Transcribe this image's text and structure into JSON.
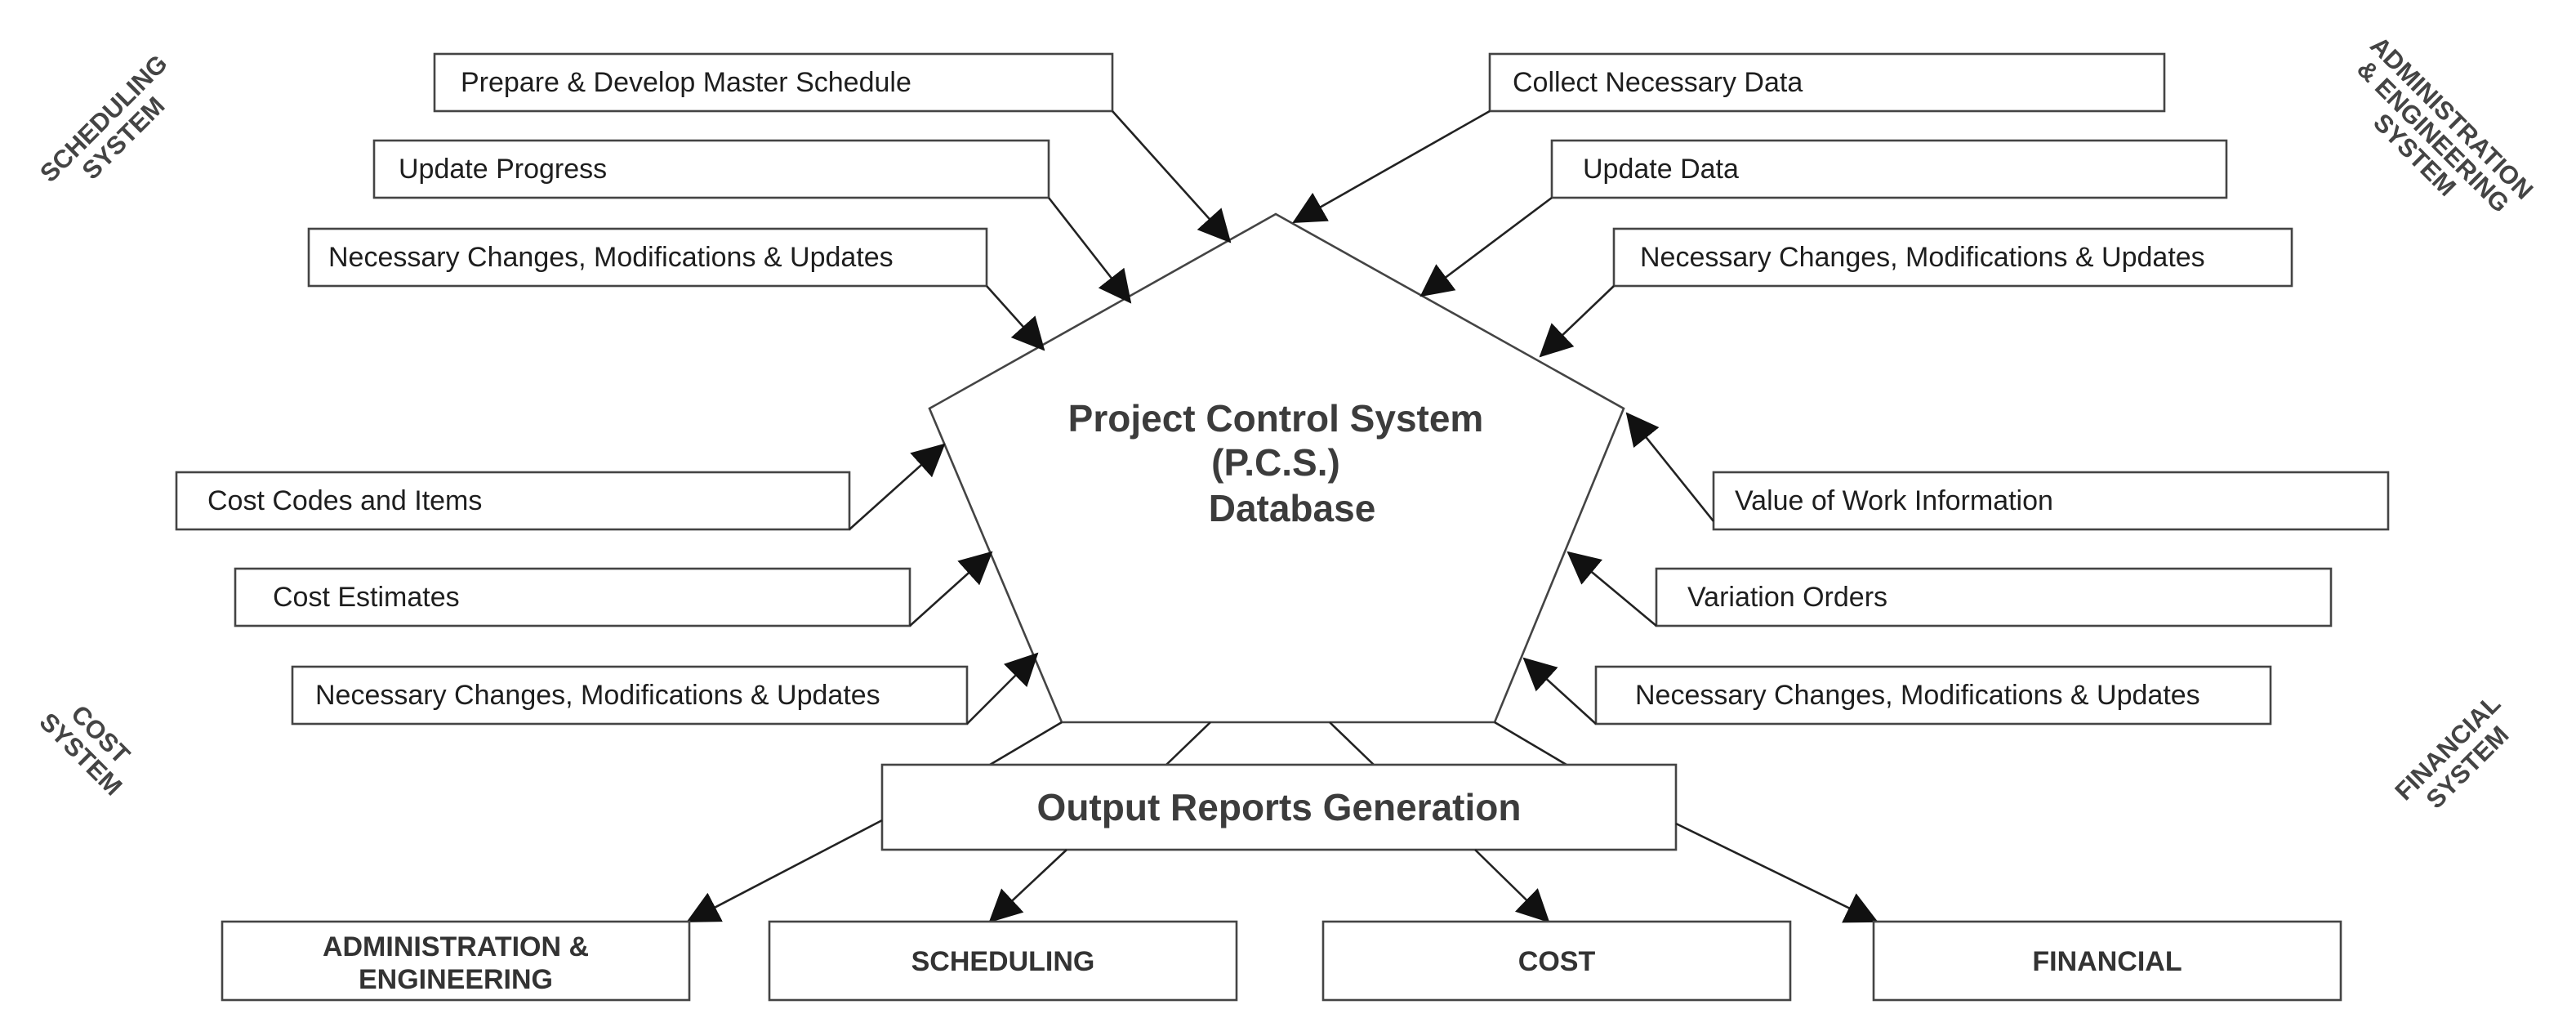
{
  "center": {
    "line1": "Project Control System",
    "line2": "(P.C.S.)",
    "line3": "Database"
  },
  "output_reports": "Output Reports Generation",
  "systems": {
    "scheduling": {
      "line1": "SCHEDULING",
      "line2": "SYSTEM"
    },
    "administration": {
      "line1": "ADMINISTRATION",
      "line2": "& ENGINEERING",
      "line3": "SYSTEM"
    },
    "cost": {
      "line1": "COST",
      "line2": "SYSTEM"
    },
    "financial": {
      "line1": "FINANCIAL",
      "line2": "SYSTEM"
    }
  },
  "scheduling_inputs": [
    "Prepare & Develop Master Schedule",
    "Update Progress",
    "Necessary Changes, Modifications & Updates"
  ],
  "admin_inputs": [
    "Collect Necessary Data",
    "Update Data",
    "Necessary Changes, Modifications & Updates"
  ],
  "cost_inputs": [
    "Cost Codes and Items",
    "Cost Estimates",
    "Necessary Changes, Modifications & Updates"
  ],
  "financial_inputs": [
    "Value of Work Information",
    "Variation Orders",
    "Necessary Changes, Modifications & Updates"
  ],
  "outputs": {
    "administration": {
      "line1": "ADMINISTRATION &",
      "line2": "ENGINEERING"
    },
    "scheduling": "SCHEDULING",
    "cost": "COST",
    "financial": "FINANCIAL"
  }
}
